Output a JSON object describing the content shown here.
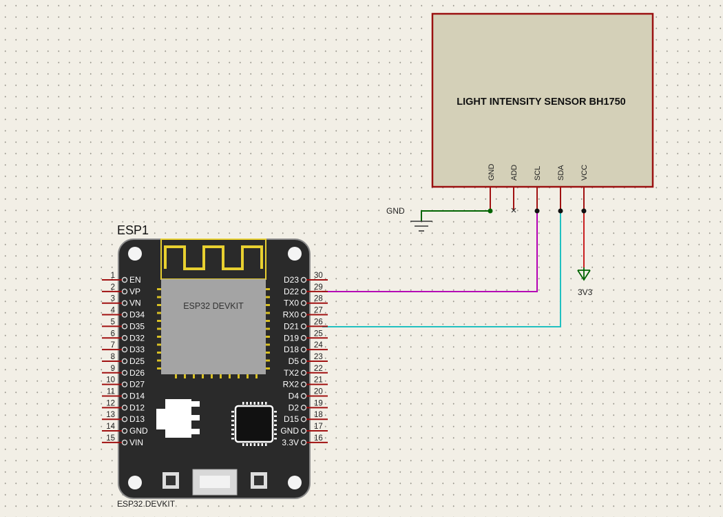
{
  "sensor": {
    "title": "LIGHT INTENSITY SENSOR BH1750",
    "pins": [
      "GND",
      "ADD",
      "SCL",
      "SDA",
      "VCC"
    ]
  },
  "board": {
    "ref": "ESP1",
    "module_label": "ESP32 DEVKIT",
    "footer_label": "ESP32 DEVKIT",
    "left_pins": [
      {
        "num": "1",
        "name": "EN"
      },
      {
        "num": "2",
        "name": "VP"
      },
      {
        "num": "3",
        "name": "VN"
      },
      {
        "num": "4",
        "name": "D34"
      },
      {
        "num": "5",
        "name": "D35"
      },
      {
        "num": "6",
        "name": "D32"
      },
      {
        "num": "7",
        "name": "D33"
      },
      {
        "num": "8",
        "name": "D25"
      },
      {
        "num": "9",
        "name": "D26"
      },
      {
        "num": "10",
        "name": "D27"
      },
      {
        "num": "11",
        "name": "D14"
      },
      {
        "num": "12",
        "name": "D12"
      },
      {
        "num": "13",
        "name": "D13"
      },
      {
        "num": "14",
        "name": "GND"
      },
      {
        "num": "15",
        "name": "VIN"
      }
    ],
    "right_pins": [
      {
        "num": "30",
        "name": "D23"
      },
      {
        "num": "29",
        "name": "D22"
      },
      {
        "num": "28",
        "name": "TX0"
      },
      {
        "num": "27",
        "name": "RX0"
      },
      {
        "num": "26",
        "name": "D21"
      },
      {
        "num": "25",
        "name": "D19"
      },
      {
        "num": "24",
        "name": "D18"
      },
      {
        "num": "23",
        "name": "D5"
      },
      {
        "num": "22",
        "name": "TX2"
      },
      {
        "num": "21",
        "name": "RX2"
      },
      {
        "num": "20",
        "name": "D4"
      },
      {
        "num": "19",
        "name": "D2"
      },
      {
        "num": "18",
        "name": "D15"
      },
      {
        "num": "17",
        "name": "GND"
      },
      {
        "num": "16",
        "name": "3.3V"
      }
    ]
  },
  "ground_label": "GND",
  "power_label": "3V3",
  "colors": {
    "wire_scl": "#b400b4",
    "wire_sda": "#20c0c0",
    "wire_gnd": "#006400",
    "wire_vcc": "#c81e1e",
    "pin": "#a01010",
    "sensor_fill": "#d4d0b8",
    "sensor_border": "#9a1010"
  }
}
